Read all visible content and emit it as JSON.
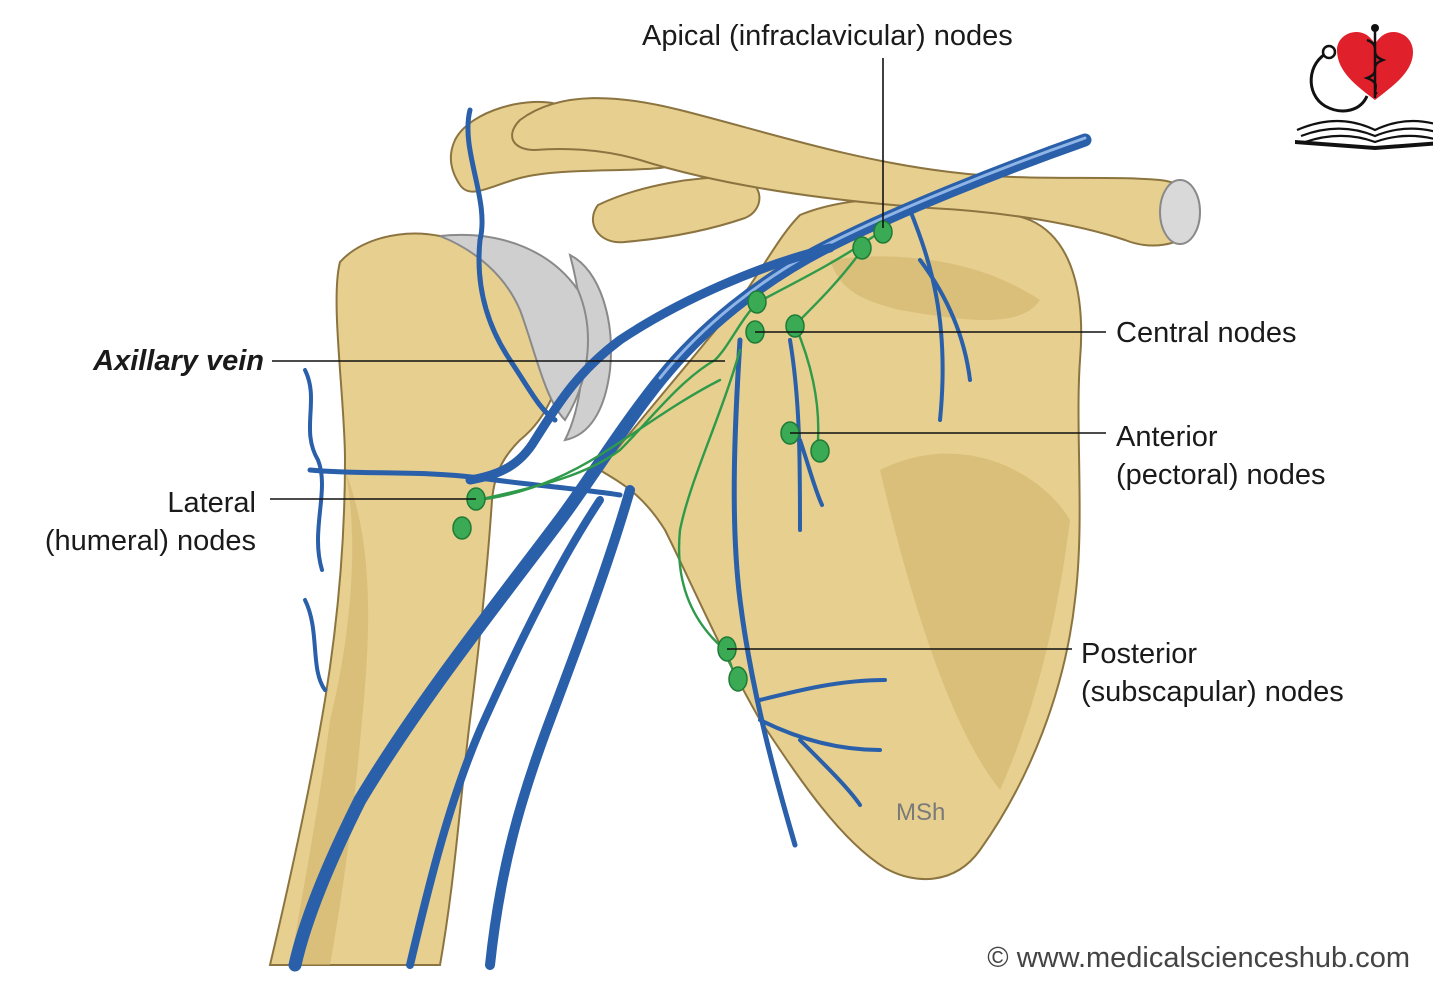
{
  "labels": {
    "apical": "Apical (infraclavicular) nodes",
    "central": "Central nodes",
    "axillary_vein": "Axillary vein",
    "anterior_1": "Anterior",
    "anterior_2": "(pectoral) nodes",
    "lateral_1": "Lateral",
    "lateral_2": "(humeral) nodes",
    "posterior_1": "Posterior",
    "posterior_2": "(subscapular) nodes"
  },
  "artist_signature": "MSh",
  "copyright": "© www.medicalscienceshub.com",
  "logo": {
    "icon": "heart-caduceus-stethoscope-book-logo",
    "heart_color": "#e0202a"
  },
  "colors": {
    "bone": "#e6cf8f",
    "vein": "#2a5faa",
    "lymph": "#3aaa55",
    "cartilage": "#cfcfcf"
  }
}
